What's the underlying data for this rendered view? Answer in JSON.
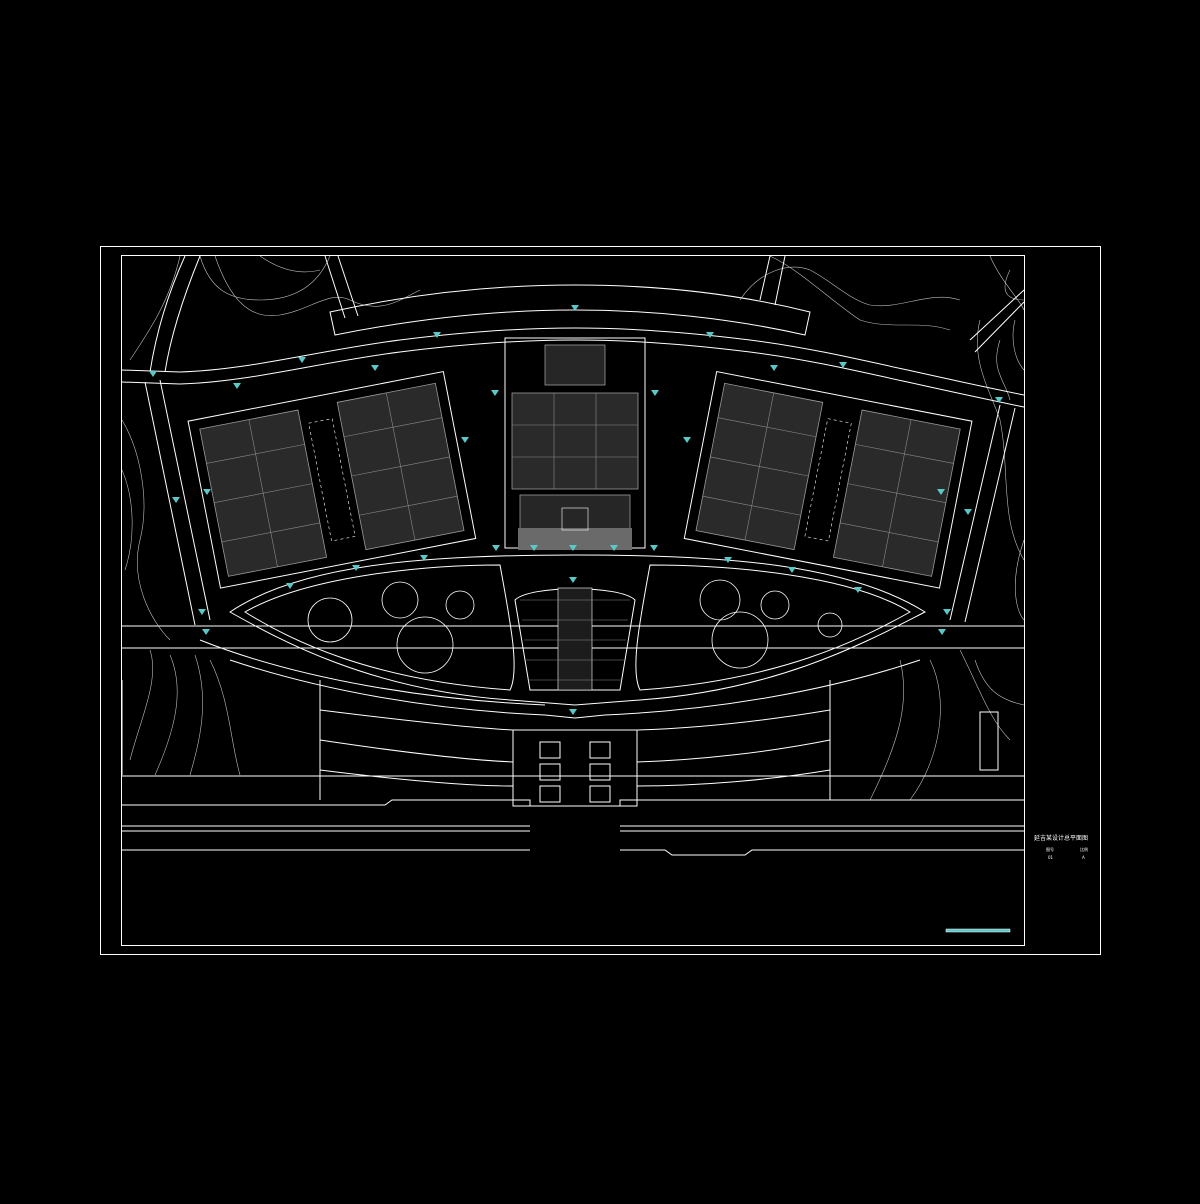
{
  "drawing": {
    "background": "#000000",
    "line_color": "#ffffff",
    "secondary_line_color": "#bfbfbf",
    "marker_color": "#5bc8c8",
    "scale_bar_color": "#5bc8c8"
  },
  "title_block": {
    "title": "延吉某设计总平面图",
    "col_1_label": "图号",
    "col_2_label": "比例",
    "col_1_value": "01",
    "col_2_value": "A"
  }
}
